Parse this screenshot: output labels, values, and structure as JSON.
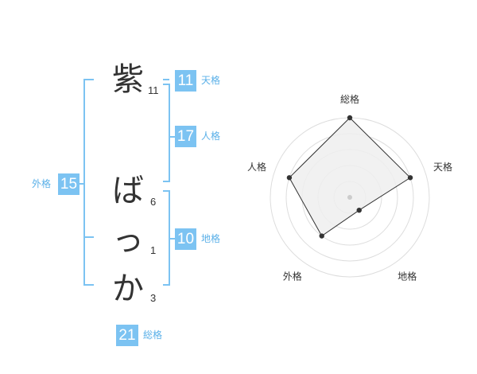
{
  "name": {
    "characters": [
      {
        "char": "紫",
        "strokes": "11"
      },
      {
        "char": "ば",
        "strokes": "6"
      },
      {
        "char": "っ",
        "strokes": "1"
      },
      {
        "char": "か",
        "strokes": "3"
      }
    ]
  },
  "fortune": {
    "tenkaku": {
      "value": "11",
      "label": "天格"
    },
    "jinkaku": {
      "value": "17",
      "label": "人格"
    },
    "chikaku": {
      "value": "10",
      "label": "地格"
    },
    "gaikaku": {
      "value": "15",
      "label": "外格"
    },
    "soukaku": {
      "value": "21",
      "label": "総格"
    }
  },
  "chart_data": {
    "type": "radar",
    "axes": [
      "総格",
      "天格",
      "地格",
      "外格",
      "人格"
    ],
    "values": [
      5,
      4,
      1,
      3,
      4
    ],
    "rmax": 5,
    "rings": 5,
    "colors": {
      "fill": "#eeeeee",
      "stroke": "#333333",
      "ring": "#dddddd"
    }
  }
}
